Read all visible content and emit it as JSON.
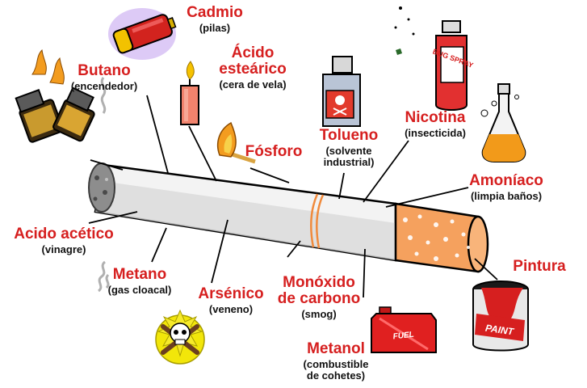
{
  "colors": {
    "label": "#d61f1f",
    "sub": "#111111",
    "filter": "#f5a15e",
    "ash": "#8d8d8d"
  },
  "labels": {
    "cadmio": {
      "name": "Cadmio",
      "sub": "(pilas)"
    },
    "butano": {
      "name": "Butano",
      "sub": "(encendedor)"
    },
    "acido_estearico": {
      "name": "Ácido esteárico",
      "sub": "(cera de vela)"
    },
    "fosforo": {
      "name": "Fósforo",
      "sub": ""
    },
    "tolueno": {
      "name": "Tolueno",
      "sub": "(solvente industrial)"
    },
    "nicotina": {
      "name": "Nicotina",
      "sub": "(insecticida)"
    },
    "amoniaco": {
      "name": "Amoníaco",
      "sub": "(limpia baños)"
    },
    "acido_acetico": {
      "name": "Acido acético",
      "sub": "(vinagre)"
    },
    "metano": {
      "name": "Metano",
      "sub": "(gas cloacal)"
    },
    "arsenico": {
      "name": "Arsénico",
      "sub": "(veneno)"
    },
    "monoxido": {
      "name": "Monóxido de carbono",
      "sub": "(smog)"
    },
    "metanol": {
      "name": "Metanol",
      "sub": "(combustible de cohetes)"
    },
    "pintura": {
      "name": "Pintura",
      "sub": ""
    }
  },
  "icon_text": {
    "bug_spray": "BUG SPRAY",
    "fuel": "FUEL",
    "paint": "PAINT"
  },
  "icons": [
    "battery-icon",
    "lighter-icon",
    "candle-icon",
    "match-icon",
    "toluene-bottle-icon",
    "bug-spray-can-icon",
    "ammonia-flask-icon",
    "vinegar-smoke-icon",
    "methane-gas-icon",
    "poison-skull-icon",
    "fuel-can-icon",
    "paint-can-icon"
  ]
}
